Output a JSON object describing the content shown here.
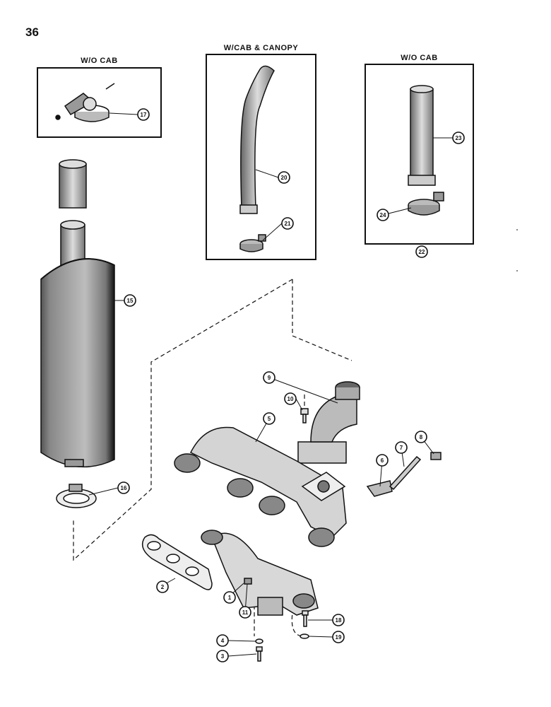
{
  "page_number": "36",
  "panels": {
    "left": {
      "title": "W/O CAB"
    },
    "center": {
      "title": "W/CAB & CANOPY"
    },
    "right": {
      "title": "W/O CAB"
    }
  },
  "callouts": {
    "c1": "1",
    "c2": "2",
    "c3": "3",
    "c4": "4",
    "c5": "5",
    "c6": "6",
    "c7": "7",
    "c8": "8",
    "c9": "9",
    "c10": "10",
    "c11": "11",
    "c15": "15",
    "c16": "16",
    "c17": "17",
    "c18": "18",
    "c19": "19",
    "c20": "20",
    "c21": "21",
    "c22": "22",
    "c23": "23",
    "c24": "24"
  }
}
